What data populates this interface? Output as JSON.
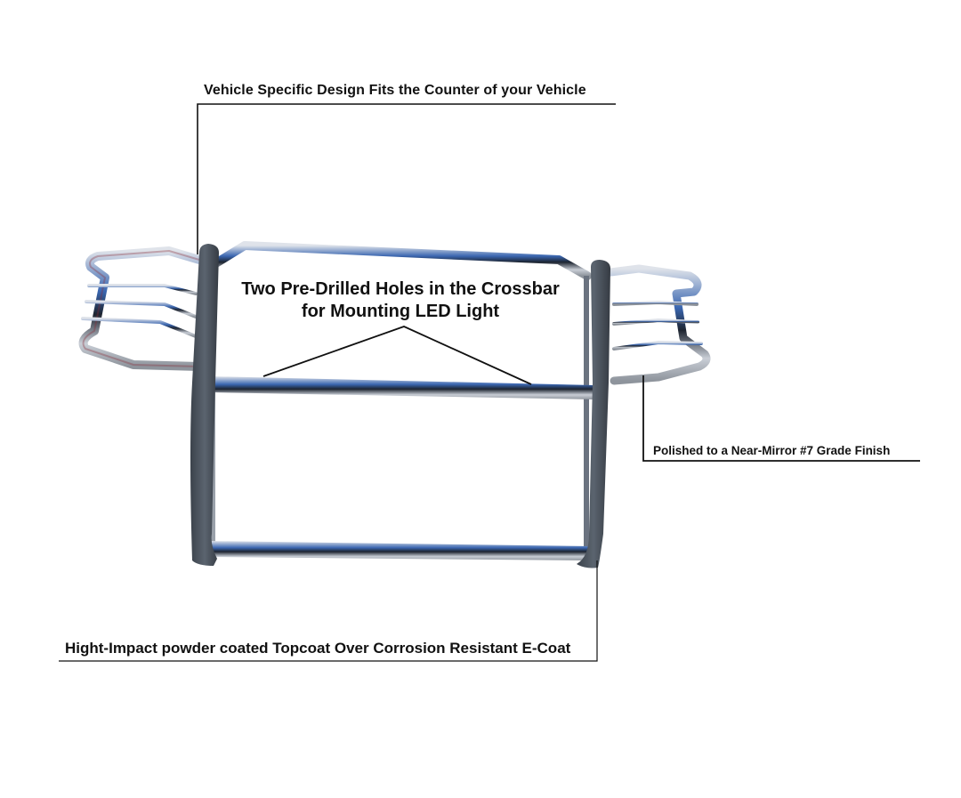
{
  "product": {
    "name": "grille-guard",
    "finish_color": "#c8cdd4",
    "upright_color": "#4a525c",
    "chrome_highlight": "#3a66b0"
  },
  "callouts": [
    {
      "id": "vehicle-specific",
      "text": "Vehicle Specific Design Fits the Counter of your Vehicle"
    },
    {
      "id": "pre-drilled-holes",
      "line1": "Two Pre-Drilled Holes in the Crossbar",
      "line2": "for Mounting LED Light"
    },
    {
      "id": "polished-finish",
      "text": "Polished to a Near-Mirror #7 Grade Finish"
    },
    {
      "id": "powder-coat",
      "text": "Hight-Impact powder coated Topcoat Over Corrosion Resistant E-Coat"
    }
  ],
  "colors": {
    "background": "#ffffff",
    "text": "#111111",
    "leader_line": "#111111"
  }
}
